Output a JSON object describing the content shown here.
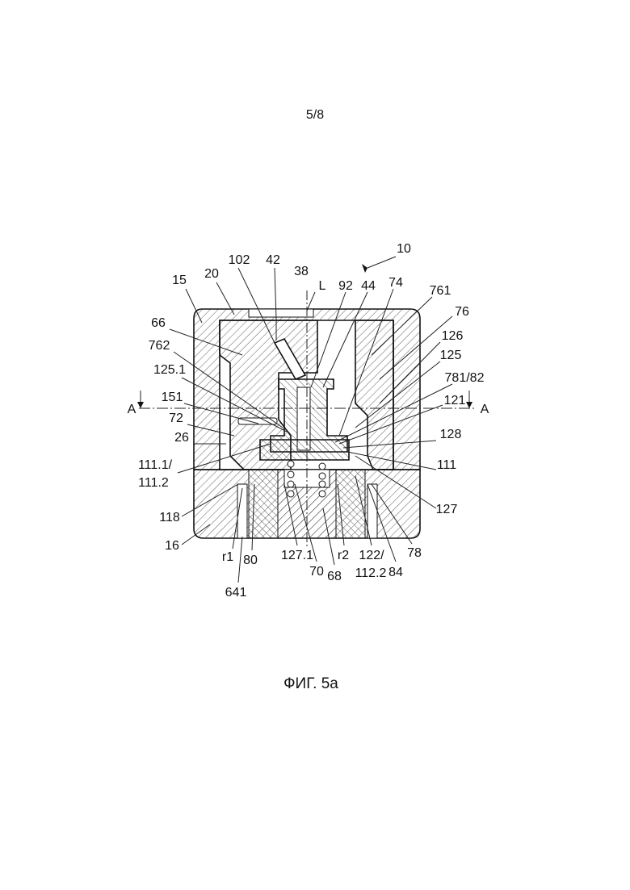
{
  "page_number": "5/8",
  "figure_caption": "ФИГ. 5а",
  "section_marker": "A",
  "labels": {
    "l10": "10",
    "l15": "15",
    "l20": "20",
    "l102": "102",
    "l42": "42",
    "l38": "38",
    "lL": "L",
    "l92": "92",
    "l44": "44",
    "l74": "74",
    "l761": "761",
    "l76": "76",
    "l66": "66",
    "l126": "126",
    "l762": "762",
    "l125": "125",
    "l125_1": "125.1",
    "l781": "781/82",
    "l151": "151",
    "l121": "121",
    "l72": "72",
    "l26": "26",
    "l128": "128",
    "l111_1": "111.1/",
    "l111_2": "111.2",
    "l111": "111",
    "l127": "127",
    "l118": "118",
    "l16": "16",
    "lr1": "r1",
    "l80": "80",
    "l127_1": "127.1",
    "lr2": "r2",
    "l122": "122/",
    "l78": "78",
    "l70": "70",
    "l68": "68",
    "l112_2": "112.2",
    "l84": "84",
    "l641": "641"
  }
}
